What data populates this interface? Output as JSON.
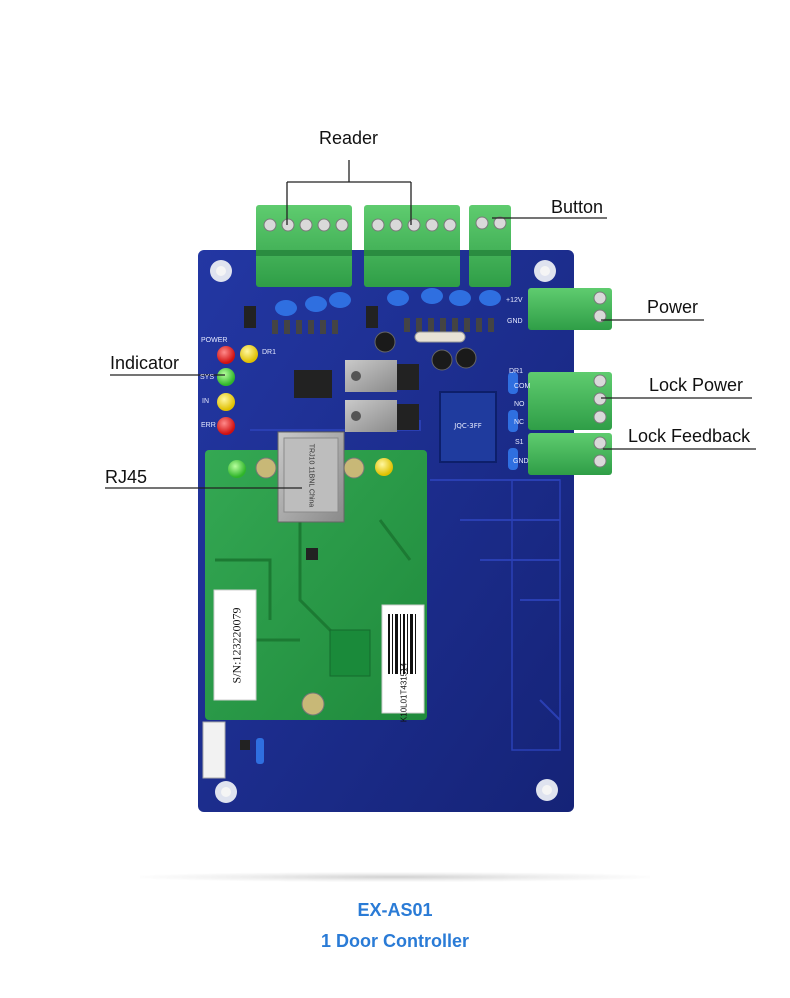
{
  "callouts": {
    "reader": "Reader",
    "button": "Button",
    "power": "Power",
    "indicator": "Indicator",
    "lock_power": "Lock Power",
    "lock_feedback": "Lock Feedback",
    "rj45": "RJ45"
  },
  "board": {
    "labels": {
      "power": "POWER",
      "sys": "SYS",
      "in": "IN",
      "err": "ERR",
      "plus12v": "+12V",
      "gnd": "GND",
      "com": "COM",
      "no": "NO",
      "nc": "NC",
      "s1": "S1",
      "gnd2": "GND",
      "dr1": "DR1",
      "dr1b": "DR1"
    },
    "serial_sticker": "S/N:123220079",
    "barcode_text": "K10L01T431514",
    "jack_brand": "TRJ10 11BNL China"
  },
  "caption": {
    "model": "EX-AS01",
    "description": "1 Door Controller"
  },
  "colors": {
    "pcb_blue": "#1b2a86",
    "module_green": "#2e9b4a",
    "terminal_green": "#45b35a",
    "caption_blue": "#2a7bd6",
    "led_red": "#e21b1b",
    "led_green": "#3fcf3a",
    "led_yellow": "#f2d317"
  }
}
